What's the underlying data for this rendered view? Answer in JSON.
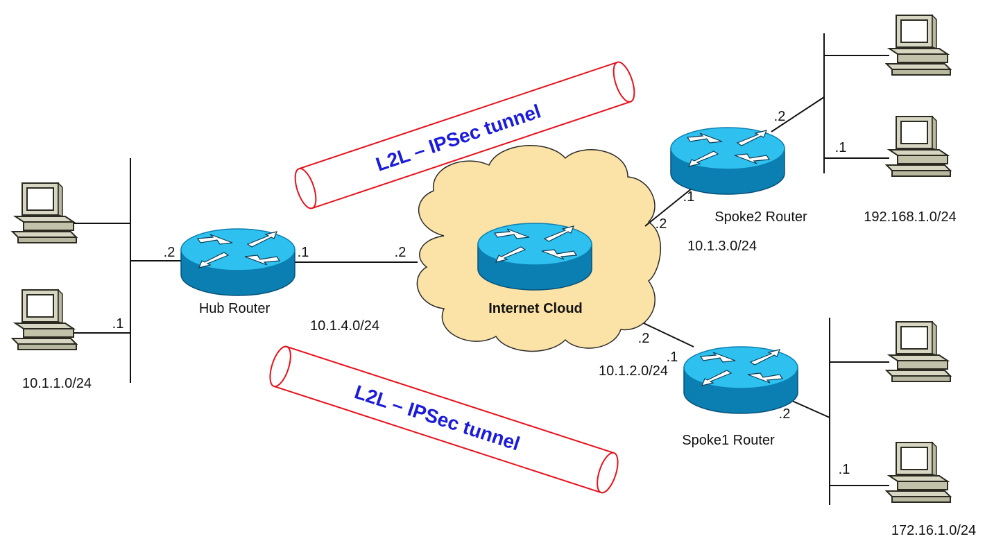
{
  "colors": {
    "tunnel_stroke": "#e8101a",
    "tunnel_text": "#1b1bdc",
    "cloud_fill": "#fbe2a6",
    "router_blue": "#2ec1f0",
    "router_dark": "#0b7fb1",
    "pc_body": "#d6d6c2",
    "pc_screen": "#ffffff",
    "line": "#111111"
  },
  "tunnels": [
    {
      "label": "L2L – IPSec tunnel"
    },
    {
      "label": "L2L – IPSec tunnel"
    }
  ],
  "cloud": {
    "label": "Internet Cloud",
    "icon": "cloud-icon"
  },
  "routers": {
    "hub": {
      "label": "Hub Router",
      "icon": "router-icon"
    },
    "spoke1": {
      "label": "Spoke1 Router",
      "icon": "router-icon"
    },
    "spoke2": {
      "label": "Spoke2 Router",
      "icon": "router-icon"
    },
    "internet": {
      "icon": "router-icon"
    }
  },
  "subnets": {
    "hub_lan": "10.1.1.0/24",
    "hub_wan": "10.1.4.0/24",
    "spoke1_wan": "10.1.2.0/24",
    "spoke2_wan": "10.1.3.0/24",
    "spoke1_lan": "172.16.1.0/24",
    "spoke2_lan": "192.168.1.0/24"
  },
  "interfaces": {
    "hub_lan_router": ".2",
    "hub_lan_pc": ".1",
    "hub_wan_router": ".1",
    "hub_wan_isp": ".2",
    "spoke2_wan_router": ".1",
    "spoke2_wan_isp": ".2",
    "spoke2_lan_router": ".2",
    "spoke2_lan_pc": ".1",
    "spoke1_wan_router": ".1",
    "spoke1_wan_isp": ".2",
    "spoke1_lan_router": ".2",
    "spoke1_lan_pc": ".1"
  },
  "pcs": {
    "icon": "pc-icon",
    "count": 6
  }
}
